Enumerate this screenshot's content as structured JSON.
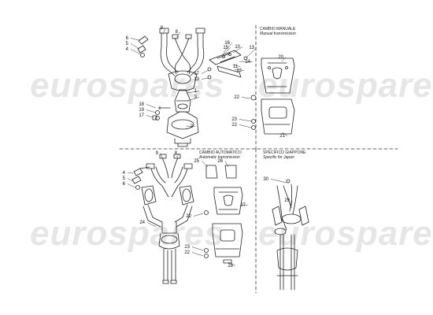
{
  "watermark": "eurospares",
  "sections": {
    "manual": {
      "title": "CAMBIO MANUALE",
      "subtitle": "Manual transmission"
    },
    "automatic": {
      "title": "CAMBIO AUTOMATICO",
      "subtitle": "Automatic transmission"
    },
    "japan": {
      "title": "SPECIFICO GIAPPONE",
      "subtitle": "Specific for Japan"
    }
  },
  "callouts": [
    "1",
    "2",
    "3",
    "4",
    "5",
    "6",
    "7",
    "8",
    "9",
    "10",
    "11",
    "12",
    "13",
    "14",
    "15",
    "16",
    "17",
    "18",
    "19",
    "20",
    "21",
    "22",
    "23",
    "24",
    "25",
    "26",
    "27",
    "28",
    "29",
    "30"
  ]
}
